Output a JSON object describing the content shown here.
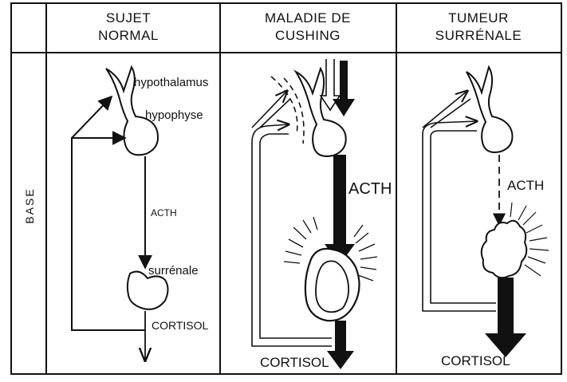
{
  "columns": [
    {
      "title_line1": "SUJET",
      "title_line2": "NORMAL"
    },
    {
      "title_line1": "MALADIE DE",
      "title_line2": "CUSHING"
    },
    {
      "title_line1": "TUMEUR",
      "title_line2": "SURRÉNALE"
    }
  ],
  "row_label": "BASE",
  "normal": {
    "hypothalamus": "hypothalamus",
    "hypophyse": "hypophyse",
    "acth": "ACTH",
    "surrenale": "surrénale",
    "cortisol": "CORTISOL"
  },
  "cushing": {
    "acth": "ACTH",
    "cortisol": "CORTISOL"
  },
  "tumeur": {
    "acth": "ACTH",
    "cortisol": "CORTISOL"
  }
}
